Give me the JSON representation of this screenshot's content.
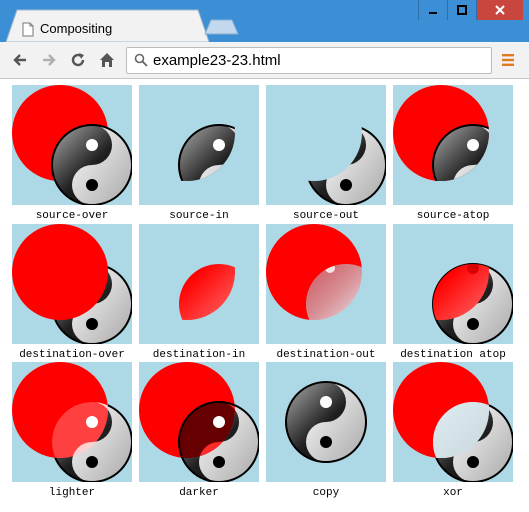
{
  "window": {
    "tab_title": "Compositing"
  },
  "toolbar": {
    "url": "example23-23.html"
  },
  "grid": [
    {
      "id": "source-over",
      "label": "source-over"
    },
    {
      "id": "source-in",
      "label": "source-in"
    },
    {
      "id": "source-out",
      "label": "source-out"
    },
    {
      "id": "source-atop",
      "label": "source-atop"
    },
    {
      "id": "destination-over",
      "label": "destination-over"
    },
    {
      "id": "destination-in",
      "label": "destination-in"
    },
    {
      "id": "destination-out",
      "label": "destination-out"
    },
    {
      "id": "destination-atop",
      "label": "destination atop"
    },
    {
      "id": "lighter",
      "label": "lighter"
    },
    {
      "id": "darker",
      "label": "darker"
    },
    {
      "id": "copy",
      "label": "copy"
    },
    {
      "id": "xor",
      "label": "xor"
    }
  ],
  "colors": {
    "canvas_bg": "#add8e6",
    "circle_red": "#ff0000",
    "chrome_blue": "#3c8fd4",
    "close_red": "#c9463f",
    "menu_orange": "#e07a1f"
  }
}
